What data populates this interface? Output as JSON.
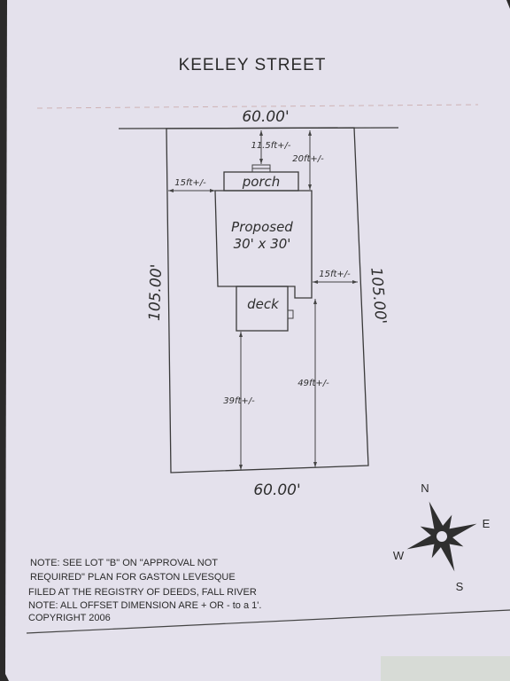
{
  "title": "KEELEY STREET",
  "dimensions": {
    "top_frontage": "60.00'",
    "bottom_frontage": "60.00'",
    "left_depth": "105.00'",
    "right_depth": "105.00'"
  },
  "offsets": {
    "porch_front": "11.5ft+/-",
    "house_front": "20ft+/-",
    "left_side": "15ft+/-",
    "right_side": "15ft+/-",
    "rear_house": "49ft+/-",
    "rear_deck": "39ft+/-"
  },
  "structures": {
    "porch": "porch",
    "house_line1": "Proposed",
    "house_line2": "30' x 30'",
    "deck": "deck"
  },
  "compass": {
    "n": "N",
    "e": "E",
    "s": "S",
    "w": "W"
  },
  "notes": [
    "NOTE: SEE LOT \"B\" ON \"APPROVAL NOT",
    "REQUIRED\" PLAN FOR GASTON LEVESQUE",
    "FILED AT THE REGISTRY OF DEEDS, FALL RIVER",
    "NOTE: ALL OFFSET DIMENSION ARE + OR - to a 1'.",
    "COPYRIGHT 2006"
  ]
}
